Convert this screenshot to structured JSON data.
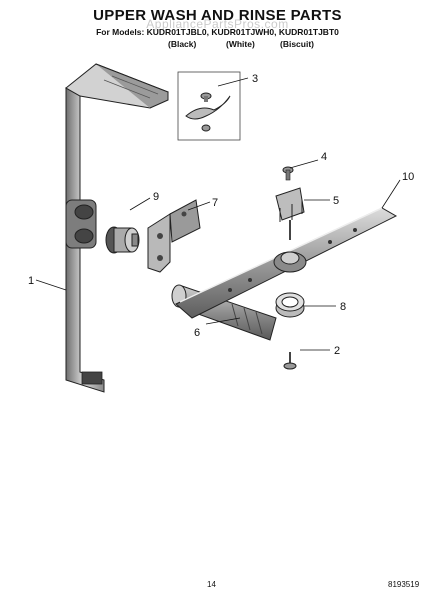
{
  "header": {
    "title": "UPPER WASH AND RINSE PARTS",
    "models": "For Models: KUDR01TJBL0, KUDR01TJWH0, KUDR01TJBT0",
    "variants": [
      "(Black)",
      "(White)",
      "(Biscuit)"
    ],
    "watermark": "AppliancePartsPros.com"
  },
  "callouts": [
    "1",
    "2",
    "3",
    "4",
    "5",
    "6",
    "7",
    "8",
    "9",
    "10"
  ],
  "footer": {
    "page_number": "14",
    "doc_code": "8193519"
  }
}
